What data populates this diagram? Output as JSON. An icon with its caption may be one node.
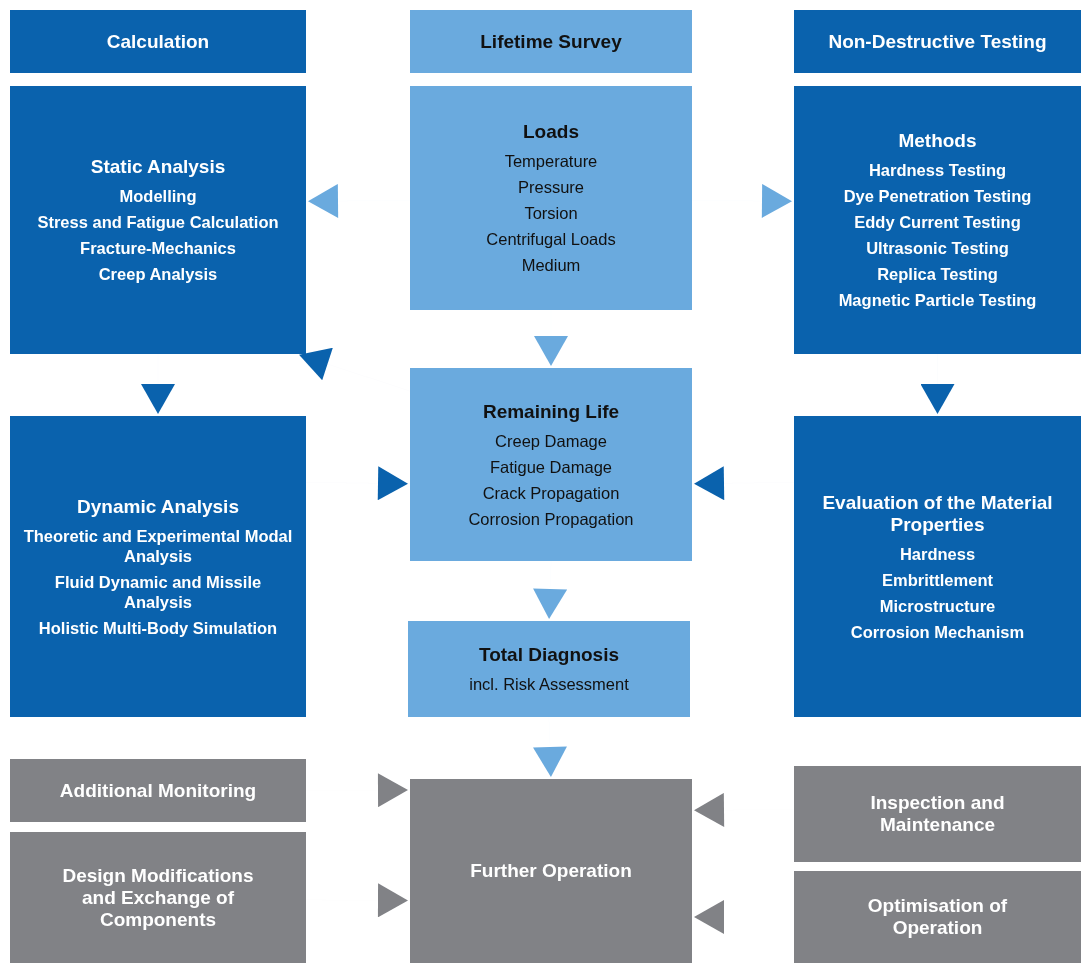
{
  "diagram": {
    "nodes": [
      {
        "text": [
          "Calculation"
        ]
      },
      {
        "text": [
          "Lifetime Survey"
        ]
      },
      {
        "text": [
          "Non-Destructive Testing"
        ]
      },
      {
        "text": [
          "Static Analysis",
          "Modelling",
          "Stress and Fatigue Calculation",
          "Fracture-Mechanics",
          "Creep Analysis"
        ]
      },
      {
        "text": [
          "Loads",
          "Temperature",
          "Pressure",
          "Torsion",
          "Centrifugal Loads",
          "Medium"
        ]
      },
      {
        "text": [
          "Methods",
          "Hardness Testing",
          "Dye Penetration Testing",
          "Eddy Current Testing",
          "Ultrasonic Testing",
          "Replica Testing",
          "Magnetic Particle Testing"
        ]
      },
      {
        "text": [
          "Dynamic Analysis",
          "Theoretic and Experimental Modal Analysis",
          "Fluid Dynamic and Missile Analysis",
          "Holistic Multi-Body Simulation"
        ]
      },
      {
        "text": [
          "Remaining Life",
          "Creep Damage",
          "Fatigue Damage",
          "Crack Propagation",
          "Corrosion Propagation"
        ]
      },
      {
        "text": [
          "Evaluation of the Material Properties",
          "Hardness",
          "Embrittlement",
          "Microstructure",
          "Corrosion Mechanism"
        ]
      },
      {
        "text": [
          "Total Diagnosis",
          "incl. Risk Assessment"
        ]
      },
      {
        "text": [
          "Additional Monitoring"
        ]
      },
      {
        "text": [
          "Design Modifications and Exchange of Components"
        ]
      },
      {
        "text": [
          "Further Operation"
        ]
      },
      {
        "text": [
          "Inspection and Maintenance"
        ]
      },
      {
        "text": [
          "Optimisation of Operation"
        ]
      }
    ],
    "edges": [
      {
        "from": 4,
        "to": 3,
        "arrow": "to"
      },
      {
        "from": 4,
        "to": 5,
        "arrow": "to"
      },
      {
        "from": 4,
        "to": 7,
        "arrow": "to"
      },
      {
        "from": 3,
        "to": 6,
        "arrow": "to",
        "color": "#0a62ad"
      },
      {
        "from": 5,
        "to": 8,
        "arrow": "to",
        "color": "#0a62ad"
      },
      {
        "from": 7,
        "to": 3,
        "arrow": "to",
        "color": "#0a62ad"
      },
      {
        "from": 6,
        "to": 7,
        "arrow": "to",
        "color": "#0a62ad"
      },
      {
        "from": 8,
        "to": 7,
        "arrow": "to",
        "color": "#0a62ad"
      },
      {
        "from": 7,
        "to": 9,
        "arrow": "to"
      },
      {
        "from": 9,
        "to": 12,
        "arrow": "to"
      },
      {
        "from": 10,
        "to": 12,
        "arrow": "to",
        "color": "#818286"
      },
      {
        "from": 11,
        "to": 12,
        "arrow": "to",
        "color": "#818286"
      },
      {
        "from": 13,
        "to": 12,
        "arrow": "to",
        "color": "#818286"
      },
      {
        "from": 14,
        "to": 12,
        "arrow": "to",
        "color": "#818286"
      }
    ]
  }
}
